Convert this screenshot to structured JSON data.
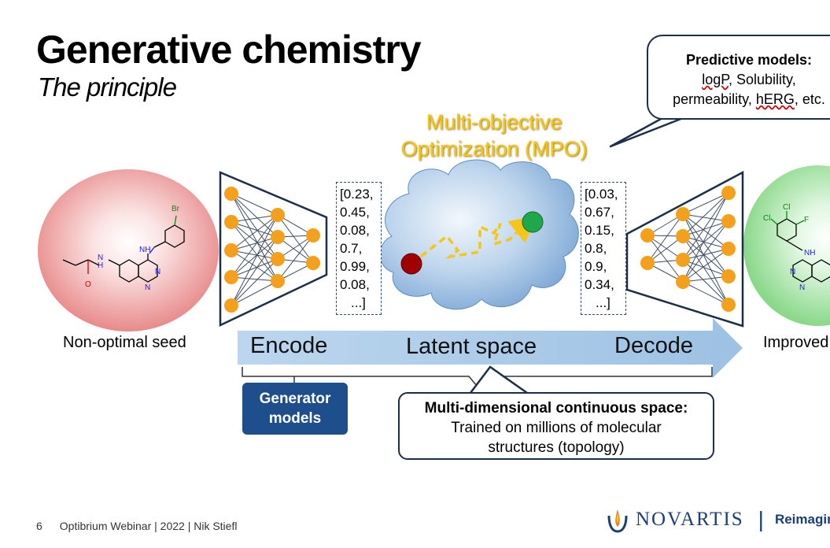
{
  "slide": {
    "title": "Generative chemistry",
    "subtitle": "The principle"
  },
  "callout_predictive": {
    "heading": "Predictive models:",
    "line1_a": "logP",
    "line1_b": ", Solubility,",
    "line2_a": "permeability, ",
    "line2_b": "hERG",
    "line2_c": ", etc."
  },
  "mpo_label": {
    "line1": "Multi-objective",
    "line2": "Optimization (MPO)"
  },
  "encode_vector": [
    "[0.23,",
    "0.45,",
    "0.08,",
    "0.7,",
    "0.99,",
    "0.08,",
    "...]"
  ],
  "decode_vector": [
    "[0.03,",
    "0.67,",
    "0.15,",
    "0.8,",
    "0.9,",
    "0.34,",
    "...]"
  ],
  "seed_caption": "Non-optimal seed",
  "improved_caption": "Improved",
  "arrow_labels": {
    "encode": "Encode",
    "latent": "Latent space",
    "decode": "Decode"
  },
  "generator_box": {
    "line1": "Generator",
    "line2": "models"
  },
  "latent_box": {
    "heading": "Multi-dimensional continuous space:",
    "line1": "Trained on millions of molecular",
    "line2": "structures (topology)"
  },
  "seed_molecule_labels": {
    "br": "Br",
    "nh_top": "NH",
    "n_ring1": "N",
    "n_ring2": "N",
    "nh_amide": "N",
    "h_amide": "H",
    "o": "O"
  },
  "improved_molecule_labels": {
    "cl1": "Cl",
    "cl2": "Cl",
    "f": "F",
    "nh": "NH",
    "n1": "N",
    "n2": "N"
  },
  "footer": {
    "page": "6",
    "text": "Optibrium Webinar | 2022 | Nik Stiefl"
  },
  "logo": {
    "brand": "NOVARTIS",
    "separator": "|",
    "tagline": "Reimagining Medicine"
  },
  "colors": {
    "node": "#f5a01a",
    "network_outline": "#1c2f4a",
    "arrow": "#a9c8e8",
    "cloud": "#8fb6dd",
    "path": "#f5c518",
    "start_point": "#a00000",
    "end_point": "#1fa84a",
    "seed_glow": "#e88a8a",
    "improved_glow": "#8ad88a",
    "generator_box": "#1f4e8c"
  }
}
